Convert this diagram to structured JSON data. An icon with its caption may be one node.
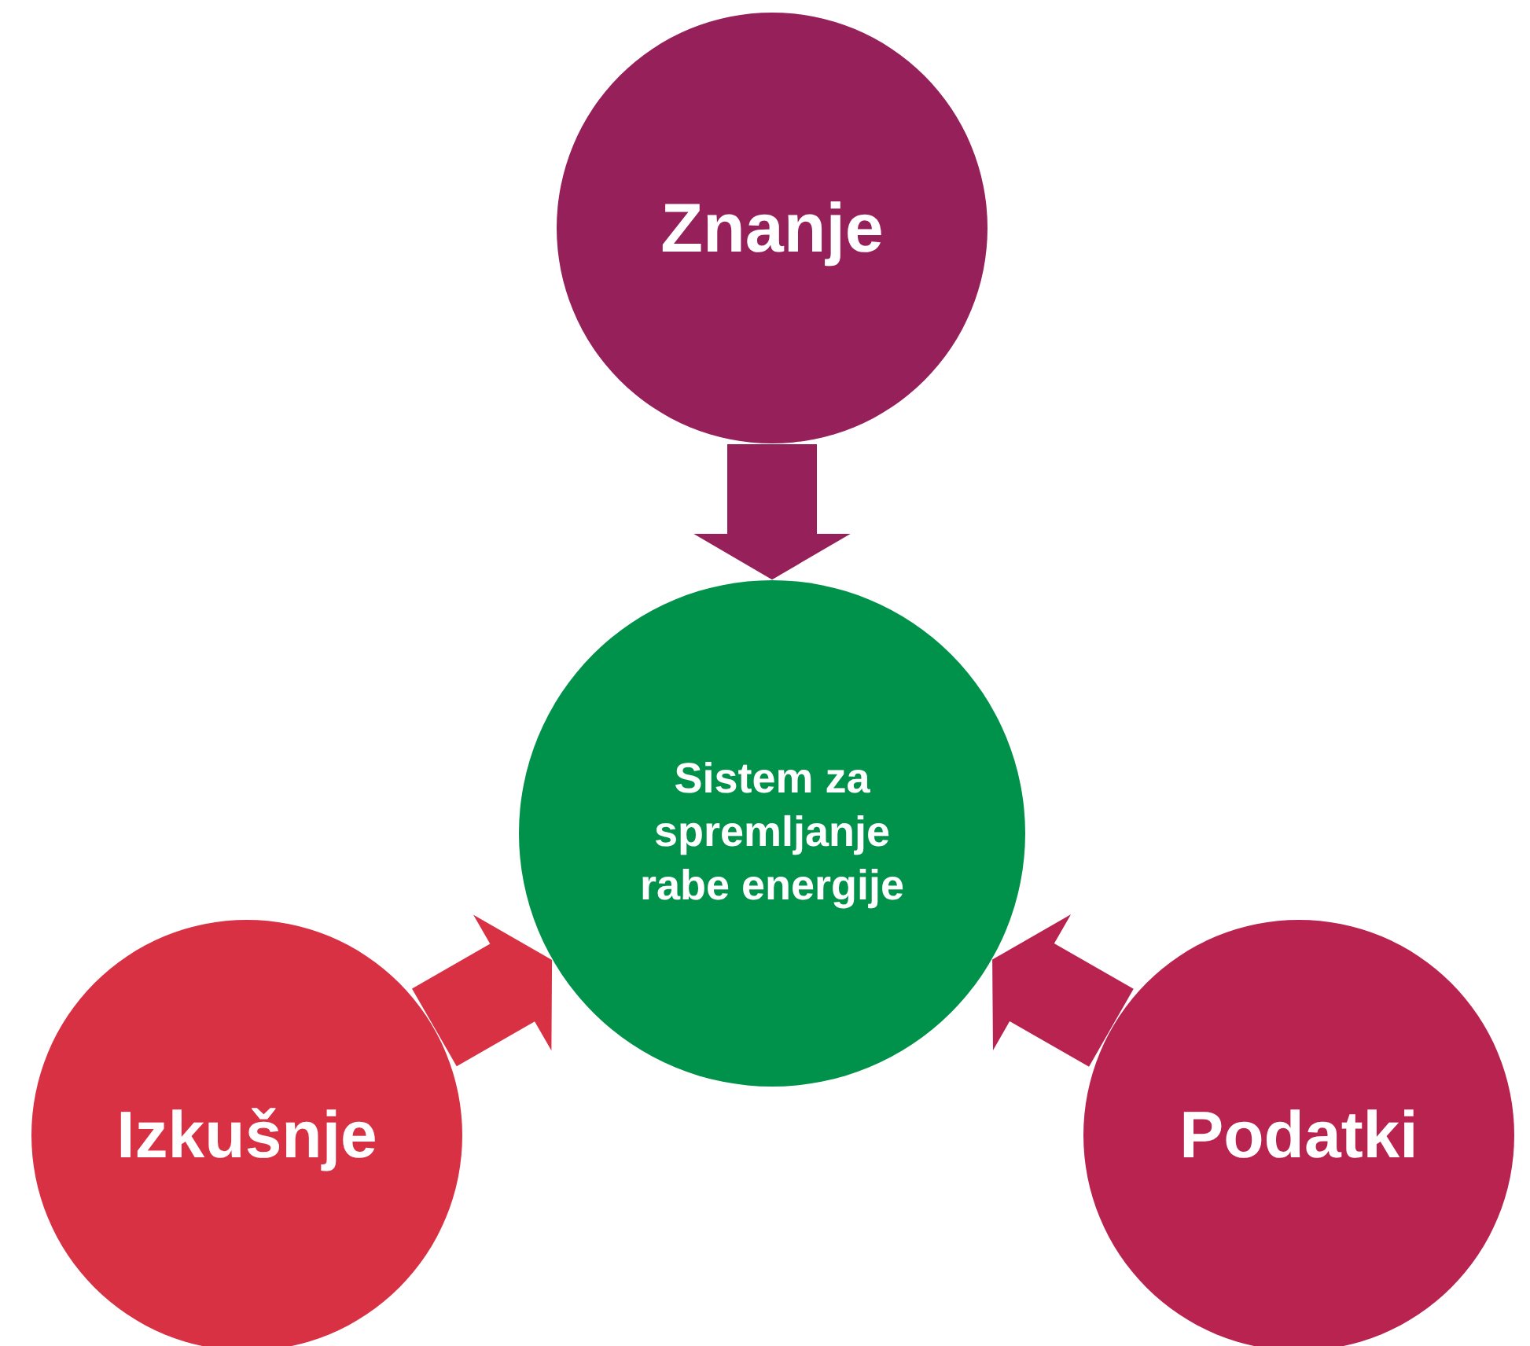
{
  "diagram": {
    "nodes": [
      {
        "text": [
          "Znanje"
        ]
      },
      {
        "text": [
          "Sistem za spremljanje rabe energije"
        ]
      },
      {
        "text": [
          "Izkušnje"
        ]
      },
      {
        "text": [
          "Podatki"
        ]
      }
    ],
    "edges": [
      {
        "from": 0,
        "to": 1,
        "arrow": "to",
        "style": "thick",
        "color": "#962059"
      },
      {
        "from": 2,
        "to": 1,
        "arrow": "to",
        "style": "thick",
        "color": "#d93144"
      },
      {
        "from": 3,
        "to": 1,
        "arrow": "to",
        "style": "thick",
        "color": "#b92350"
      }
    ]
  }
}
